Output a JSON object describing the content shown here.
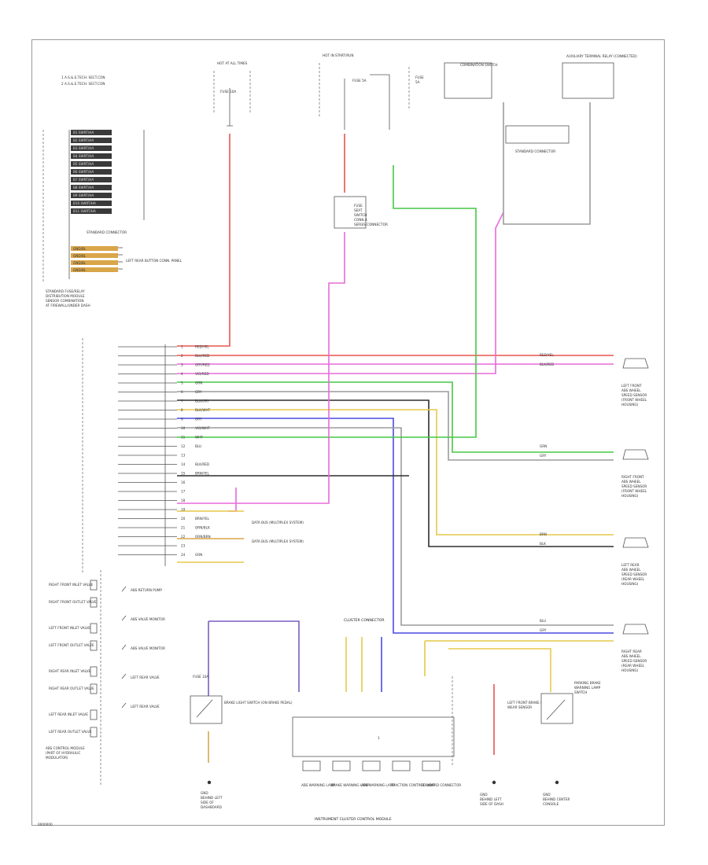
{
  "page_id": "0000000",
  "colors": {
    "red": "#e8554f",
    "pink": "#e76bd8",
    "green": "#45c845",
    "grey": "#9c9c9c",
    "black": "#2f2f2f",
    "yellow": "#e6c94a",
    "orange": "#d9a64a",
    "blue": "#4a4ae0",
    "violet": "#7a5fc0",
    "white": "#cfcfcf"
  },
  "legend_lines": [
    "1 A.S.&.E.TECH. SECT.CON",
    "2 A.S.&.E.TECH. SECT.CON"
  ],
  "left_module": {
    "pins": [
      "B1 SWRT/HA",
      "B2 SWRT/HA",
      "B3 SWRT/HA",
      "B4 SWRT/HA",
      "B5 SWRT/HA",
      "B6 SWRT/HA",
      "B7 SWRT/HA",
      "B8 SWRT/HA",
      "B9 SWRT/HA",
      "B10 SWRT/HA",
      "B11 SWRT/HA"
    ],
    "connector_label": "STANDARD CONNECTOR",
    "ground_pins": [
      "GND/BL",
      "GND/BL",
      "GND/BL",
      "GND/BL"
    ],
    "ground_label": "LEFT REAR BUTTON CONN. PANEL",
    "caption": [
      "STANDARD FUSE/RELAY",
      "DISTRIBUTION MODULE",
      "SENSOR COMBINATION",
      "AT FIREWALL/UNDER DASH"
    ]
  },
  "fuses": [
    {
      "name": "HOT AT ALL TIMES",
      "rating": "FUSE 10A"
    },
    {
      "name": "HOT IN START/RUN",
      "rating": "FUSE 5A"
    },
    {
      "name": "FUSE",
      "rating": "5A"
    }
  ],
  "top_relays": {
    "left": "COMBINATION SWITCH",
    "right": "AUXILIARY TERMINAL RELAY (CONNECTED)",
    "bottom": "STANDARD CONNECTOR"
  },
  "relay_small": [
    "FUSE",
    "SEAT",
    "SWITCH",
    "CONN.A",
    "SERIES CONNECTOR"
  ],
  "abs_pins": [
    {
      "pin": "1",
      "wire": "RED/YEL"
    },
    {
      "pin": "2",
      "wire": "BLU/RED"
    },
    {
      "pin": "3",
      "wire": "GRY/RED"
    },
    {
      "pin": "4",
      "wire": "VIO/RED"
    },
    {
      "pin": "5",
      "wire": "GRN"
    },
    {
      "pin": "6",
      "wire": "GRY"
    },
    {
      "pin": "7",
      "wire": "BLK/GRY"
    },
    {
      "pin": "8",
      "wire": "BLK/WHT"
    },
    {
      "pin": "9",
      "wire": "GRY"
    },
    {
      "pin": "10",
      "wire": "VIO/WHT"
    },
    {
      "pin": "11",
      "wire": "WHT"
    },
    {
      "pin": "12",
      "wire": "BLU"
    },
    {
      "pin": "13",
      "wire": ""
    },
    {
      "pin": "14",
      "wire": "BLK/RED"
    },
    {
      "pin": "15",
      "wire": "BRN/YEL"
    },
    {
      "pin": "16",
      "wire": ""
    },
    {
      "pin": "17",
      "wire": ""
    },
    {
      "pin": "18",
      "wire": ""
    },
    {
      "pin": "19",
      "wire": ""
    },
    {
      "pin": "20",
      "wire": "BRN/YEL"
    },
    {
      "pin": "21",
      "wire": "ORN/BLK"
    },
    {
      "pin": "22",
      "wire": "ORN/BRN"
    },
    {
      "pin": "23",
      "wire": ""
    },
    {
      "pin": "24",
      "wire": "GRN"
    }
  ],
  "data_bus": [
    "DATA BUS (MULTIPLEX SYSTEM)",
    "DATA BUS (MULTIPLEX SYSTEM)"
  ],
  "sensors": [
    {
      "wires": [
        "RED/YEL",
        "BLK/RED"
      ],
      "label": [
        "LEFT FRONT",
        "ABS WHEEL",
        "SPEED SENSOR",
        "(FRONT WHEEL",
        "HOUSING)"
      ]
    },
    {
      "wires": [
        "GRN",
        "GRY"
      ],
      "label": [
        "RIGHT FRONT",
        "ABS WHEEL",
        "SPEED SENSOR",
        "(FRONT WHEEL",
        "HOUSING)"
      ]
    },
    {
      "wires": [
        "BRN",
        "BLK"
      ],
      "label": [
        "LEFT REAR",
        "ABS WHEEL",
        "SPEED SENSOR",
        "(REAR WHEEL",
        "HOUSING)"
      ]
    },
    {
      "wires": [
        "BLU",
        "GRY"
      ],
      "label": [
        "RIGHT REAR",
        "ABS WHEEL",
        "SPEED SENSOR",
        "(REAR WHEEL",
        "HOUSING)"
      ]
    }
  ],
  "valve_block": [
    "RIGHT FRONT INLET VALVE",
    "RIGHT FRONT OUTLET VALVE",
    "LEFT FRONT INLET VALVE",
    "LEFT FRONT OUTLET VALVE",
    "RIGHT REAR INLET VALVE",
    "RIGHT REAR OUTLET VALVE",
    "LEFT REAR INLET VALVE",
    "LEFT REAR OUTLET VALVE"
  ],
  "hydraulic_caption": [
    "ABS CONTROL MODULE",
    "(PART OF HYDRAULIC",
    "MODULATOR)"
  ],
  "internal_switches": [
    "ABS RETURN PUMP",
    "ABS VALVE MONITOR",
    "ABS VALVE MONITOR",
    "LEFT REAR VALVE",
    "LEFT REAR VALVE"
  ],
  "bottom": {
    "brake_switch": "BRAKE LIGHT SWITCH (ON BRAKE PEDAL)",
    "brake_fuse": "FUSE 10A",
    "ground_left": [
      "GND",
      "BEHIND LEFT",
      "SIDE OF",
      "DASHBOARD"
    ],
    "cluster_connector": "CLUSTER CONNECTOR",
    "cluster_title": "INSTRUMENT CLUSTER CONTROL MODULE",
    "cluster_lamps": [
      "ABS WARNING LAMP",
      "BRAKE WARNING LAMP",
      "ABS WARNING LAMP",
      "TRACTION CONTROL LAMP",
      "STANDARD CONNECTOR"
    ],
    "fluid_sensor": [
      "LEFT FRONT BRAKE PAD",
      "WEAR SENSOR"
    ],
    "ground_mid": [
      "GND",
      "BEHIND LEFT",
      "SIDE OF DASH"
    ],
    "parking_switch": [
      "PARKING BRAKE",
      "WARNING LAMP",
      "SWITCH"
    ],
    "ground_right": [
      "GND",
      "BEHIND CENTER",
      "CONSOLE"
    ]
  }
}
